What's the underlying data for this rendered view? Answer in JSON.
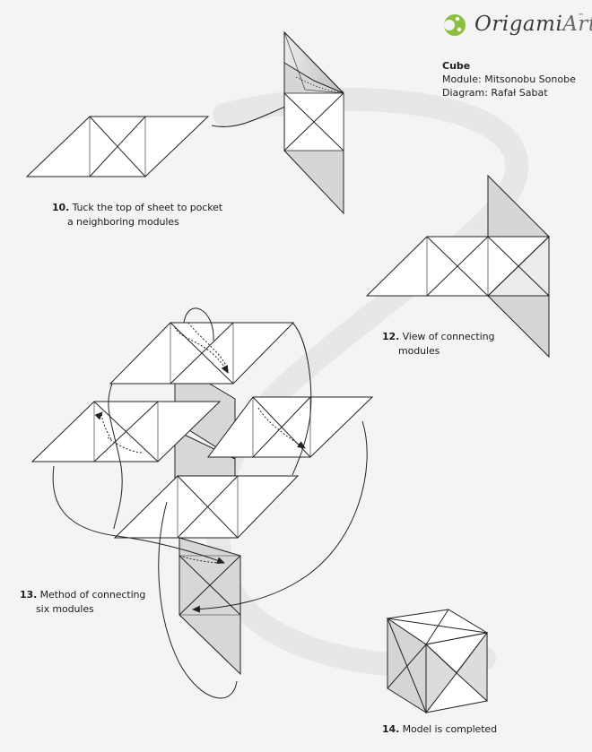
{
  "brand": {
    "logo_text": "OrigamiArt",
    "logo_text_a": "Origami",
    "logo_text_b": "Art",
    "trademark": "™",
    "logo_color": "#8cbf3f"
  },
  "meta": {
    "title": "Cube",
    "module": "Module: Mitsonobu Sonobe",
    "diagram": "Diagram: Rafał Sabat"
  },
  "steps": [
    {
      "number": "10.",
      "line1": "Tuck the top of sheet to pocket",
      "line2": "a neighboring modules"
    },
    {
      "number": "12.",
      "line1": "View of connecting",
      "line2": "modules"
    },
    {
      "number": "13.",
      "line1": "Method of connecting",
      "line2": "six modules"
    },
    {
      "number": "14.",
      "line1": "Model is completed",
      "line2": ""
    }
  ],
  "colors": {
    "background": "#f4f4f4",
    "paper": "#ffffff",
    "shade": "#d4d4d4",
    "swirl": "#e6e6e6",
    "line": "#222222"
  }
}
